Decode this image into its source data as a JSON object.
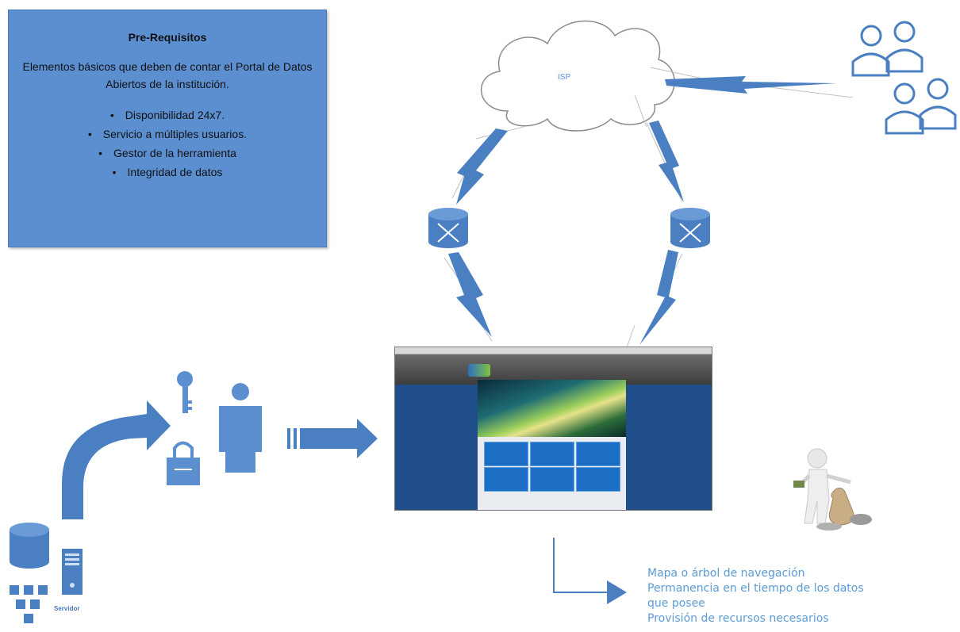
{
  "prerequisites": {
    "title": "Pre-Requisitos",
    "description": "Elementos básicos que deben de contar el Portal de Datos Abiertos de la institución.",
    "items": [
      "Disponibilidad 24x7.",
      "Servicio a múltiples usuarios.",
      "Gestor de la herramienta",
      "Integridad de datos"
    ]
  },
  "network": {
    "cloud_label": "ISP",
    "server_label": "Servidor"
  },
  "notes": [
    "Mapa o árbol de navegación",
    "Permanencia en el tiempo de los datos",
    "que posee",
    "Provisión de recursos necesarios"
  ],
  "colors": {
    "accent": "#5b8fd0",
    "icon_blue": "#4a7fc1",
    "text_blue": "#5b9bd5"
  }
}
